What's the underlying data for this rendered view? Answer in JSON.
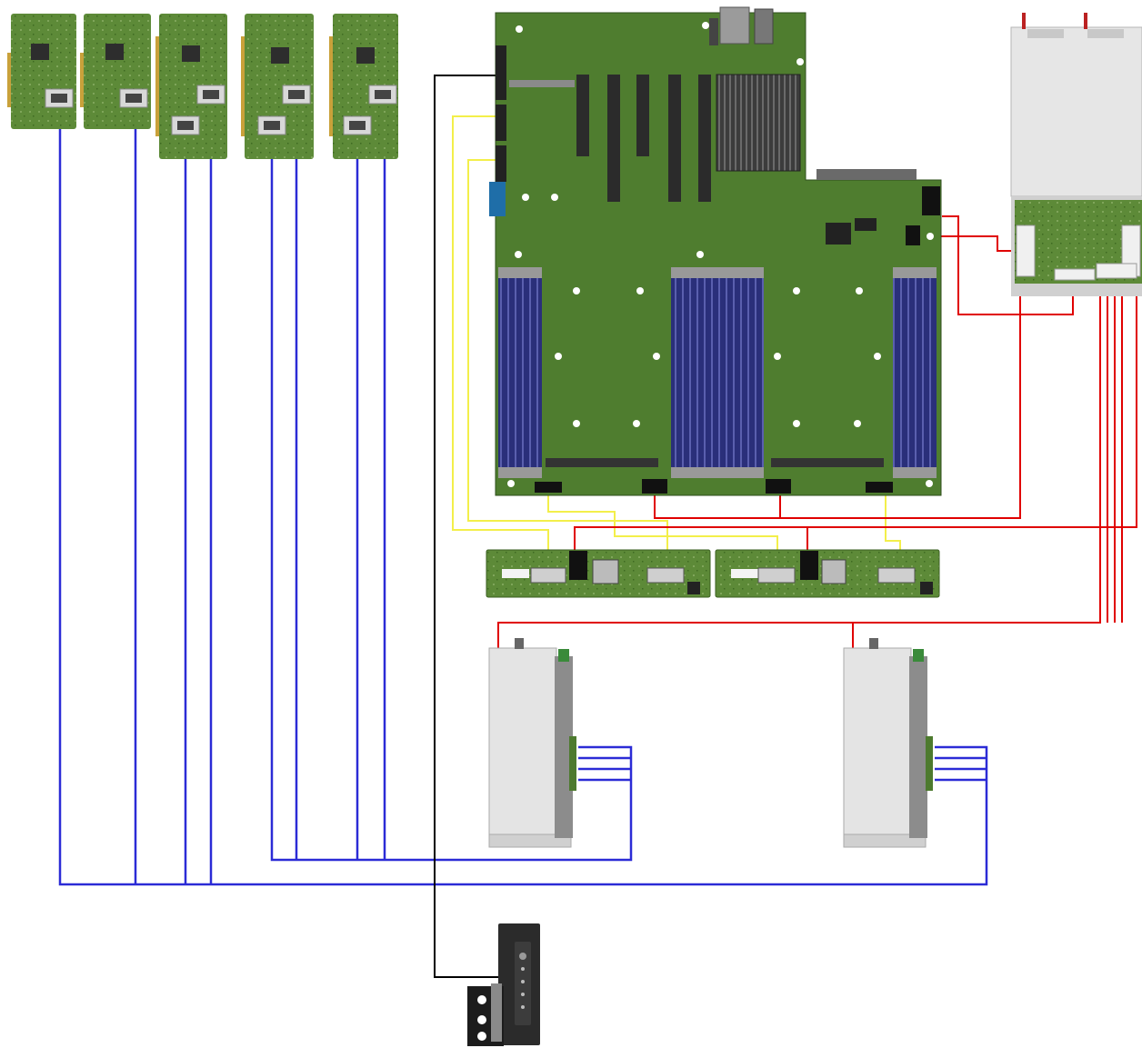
{
  "diagram": {
    "description_visible_text": [],
    "colors": {
      "background": "#ffffff",
      "pcb_green": "#4d7a2e",
      "pcb_green_dark": "#3a5f20",
      "pcb_light": "#7ea35a",
      "dimm_blue": "#2a2f7a",
      "heatsink": "#3a3a3a",
      "silver": "#dcdcdc",
      "silver_dark": "#b0b0b0",
      "cable_blue": "#2b2bd6",
      "cable_red": "#e00000",
      "cable_yellow": "#f3ef4a",
      "cable_black": "#000000"
    },
    "components": {
      "riser_cards": [
        "riser-card-1",
        "riser-card-2",
        "riser-card-3",
        "riser-card-4",
        "riser-card-5"
      ],
      "motherboard": "motherboard",
      "power_supply_unit": "psu-module",
      "backplanes": [
        "backplane-left",
        "backplane-right"
      ],
      "drive_cages": [
        "drive-cage-left",
        "drive-cage-right"
      ],
      "front_panel": "front-panel"
    },
    "cable_groups": [
      "blue-data-cables",
      "red-power-cables",
      "yellow-signal-cables",
      "black-front-panel-cable"
    ]
  }
}
